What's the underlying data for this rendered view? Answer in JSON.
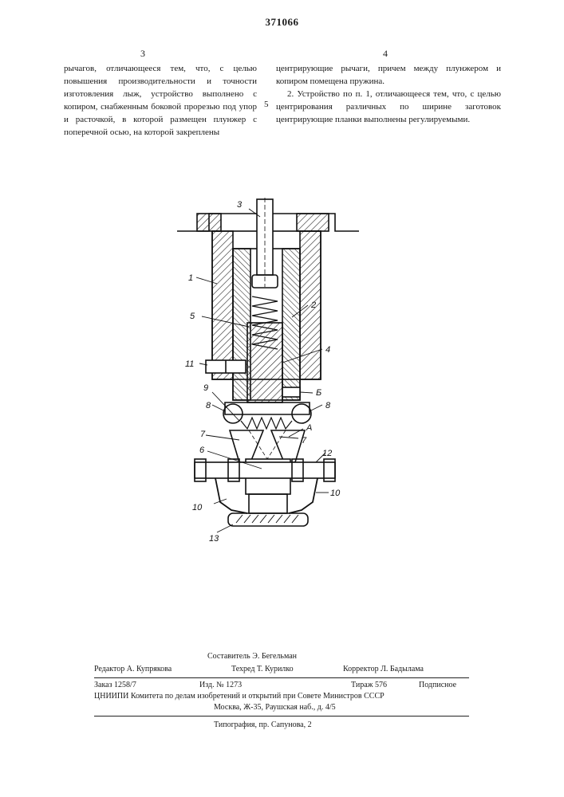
{
  "header": {
    "patent_number": "371066",
    "left_column_number": "3",
    "right_column_number": "4",
    "line_marker": "5"
  },
  "left_column": {
    "text": "рычагов, отличающееся тем, что, с целью повышения производительности и точности изготовления лыж, устройство выполнено с копиром, снабженным боковой прорезью под упор и расточкой, в которой размещен плунжер с поперечной осью, на которой закреплены"
  },
  "right_column": {
    "text": "центрирующие рычаги, причем между плунжером и копиром помещена пружина.",
    "claim2": "2. Устройство по п. 1, отличающееся тем, что, с целью центрирования различных по ширине заготовок центрирующие планки выполнены регулируемыми."
  },
  "figure": {
    "labels": {
      "l1": "1",
      "l2": "2",
      "l3": "3",
      "l4": "4",
      "l5": "5",
      "l6": "6",
      "l7a": "7",
      "l7b": "7",
      "l8a": "8",
      "l8b": "8",
      "l9": "9",
      "l10a": "10",
      "l10b": "10",
      "l11": "11",
      "l12": "12",
      "l13": "13",
      "lA": "А",
      "lB": "Б"
    }
  },
  "footer": {
    "compiler": "Составитель Э. Бегельман",
    "editor": "Редактор А. Купрякова",
    "techred": "Техред Т. Курилко",
    "corrector": "Корректор Л. Бадылама",
    "order": "Заказ 1258/7",
    "izd": "Изд. № 1273",
    "tirazh": "Тираж 576",
    "podpisnoe": "Подписное",
    "org": "ЦНИИПИ Комитета по делам изобретений и открытий при Совете Министров СССР",
    "address": "Москва, Ж-35, Раушская наб., д. 4/5",
    "printer": "Типография, пр. Сапунова, 2"
  }
}
